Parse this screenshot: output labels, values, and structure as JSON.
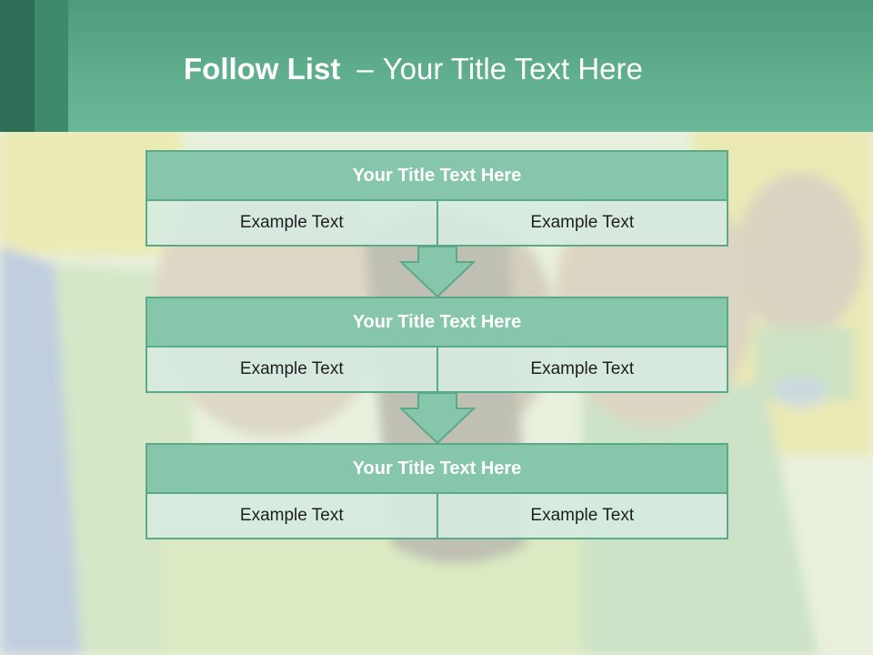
{
  "slide": {
    "title_bold": "Follow List",
    "title_separator": "–",
    "title_rest": "Your Title Text Here"
  },
  "blocks": [
    {
      "title": "Your Title Text Here",
      "left": "Example Text",
      "right": "Example Text"
    },
    {
      "title": "Your Title Text Here",
      "left": "Example Text",
      "right": "Example Text"
    },
    {
      "title": "Your Title Text Here",
      "left": "Example Text",
      "right": "Example Text"
    }
  ],
  "colors": {
    "header": "#5fae8e",
    "block_title": "#86c6ab",
    "block_border": "#5aa987",
    "block_cell": "#d6eae0"
  }
}
